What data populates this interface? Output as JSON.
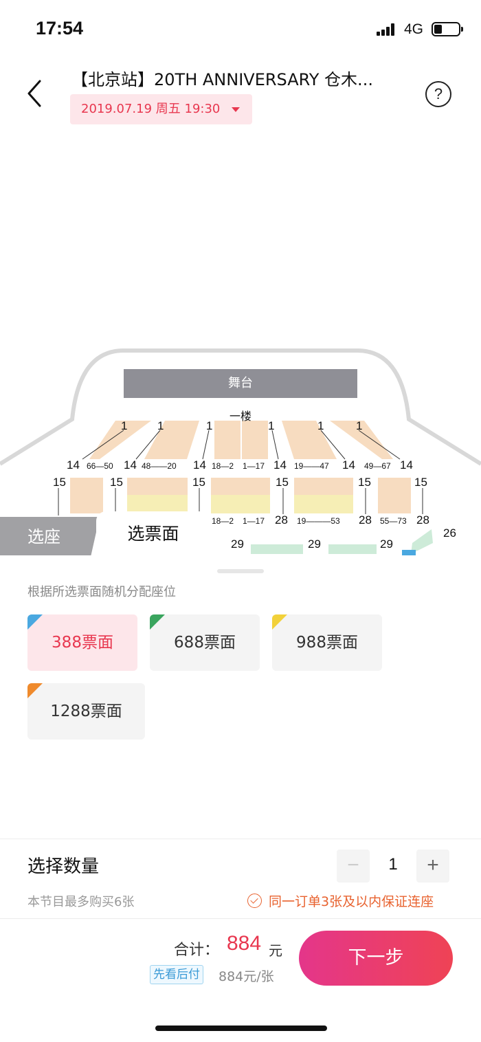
{
  "status_bar": {
    "time": "17:54",
    "network": "4G"
  },
  "header": {
    "title": "【北京站】20TH ANNIVERSARY 仓木...",
    "date": "2019.07.19 周五 19:30",
    "help_label": "?"
  },
  "seat_map": {
    "stage": "舞台",
    "floor": "一楼",
    "labels": [
      {
        "id": "n1a",
        "text": "1"
      },
      {
        "id": "n1b",
        "text": "1"
      },
      {
        "id": "n1c",
        "text": "1"
      },
      {
        "id": "n1d",
        "text": "1"
      },
      {
        "id": "n1e",
        "text": "1"
      },
      {
        "id": "n1f",
        "text": "1"
      },
      {
        "id": "r14a",
        "text": "14"
      },
      {
        "id": "s6650",
        "text": "66—50"
      },
      {
        "id": "r14b",
        "text": "14"
      },
      {
        "id": "s4820",
        "text": "48——20"
      },
      {
        "id": "r14c",
        "text": "14"
      },
      {
        "id": "s182a",
        "text": "18—2"
      },
      {
        "id": "s117a",
        "text": "1—17"
      },
      {
        "id": "r14d",
        "text": "14"
      },
      {
        "id": "s1947",
        "text": "19——47"
      },
      {
        "id": "r14e",
        "text": "14"
      },
      {
        "id": "s4967",
        "text": "49—67"
      },
      {
        "id": "r14f",
        "text": "14"
      },
      {
        "id": "r15a",
        "text": "15"
      },
      {
        "id": "r15b",
        "text": "15"
      },
      {
        "id": "r15c",
        "text": "15"
      },
      {
        "id": "r15d",
        "text": "15"
      },
      {
        "id": "r15e",
        "text": "15"
      },
      {
        "id": "r15f",
        "text": "15"
      },
      {
        "id": "s182b",
        "text": "18—2"
      },
      {
        "id": "s117b",
        "text": "1—17"
      },
      {
        "id": "r28a",
        "text": "28"
      },
      {
        "id": "s1953",
        "text": "19———53"
      },
      {
        "id": "r28b",
        "text": "28"
      },
      {
        "id": "s5573",
        "text": "55—73"
      },
      {
        "id": "r28c",
        "text": "28"
      },
      {
        "id": "r29a",
        "text": "29"
      },
      {
        "id": "r29b",
        "text": "29"
      },
      {
        "id": "r29c",
        "text": "29"
      },
      {
        "id": "r26",
        "text": "26"
      }
    ]
  },
  "tabs": {
    "seat": "选座",
    "price": "选票面"
  },
  "price_panel": {
    "hint": "根据所选票面随机分配座位",
    "options": [
      {
        "label": "388票面",
        "color": "#4aa8e0",
        "selected": true
      },
      {
        "label": "688票面",
        "color": "#3aa55e",
        "selected": false
      },
      {
        "label": "988票面",
        "color": "#f2d13a",
        "selected": false
      },
      {
        "label": "1288票面",
        "color": "#ef8a2c",
        "selected": false
      }
    ]
  },
  "quantity": {
    "label": "选择数量",
    "minus": "−",
    "value": "1",
    "plus": "+",
    "limit_note": "本节目最多购买6张",
    "guarantee": "同一订单3张及以内保证连座"
  },
  "footer": {
    "total_label": "合计：",
    "total_amount": "884",
    "total_unit": "元",
    "pay_later": "先看后付",
    "unit_price": "884元/张",
    "next_button": "下一步"
  },
  "colors": {
    "accent": "#e8374f",
    "orange": "#e8622f",
    "tag_blue": "#3a9ad6"
  }
}
